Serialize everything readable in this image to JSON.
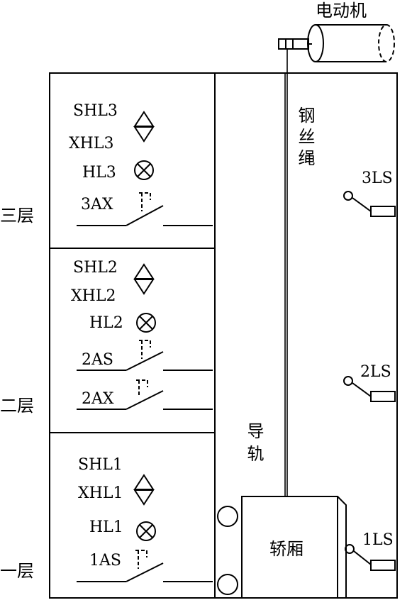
{
  "motor": {
    "label": "电动机"
  },
  "rope": {
    "label": "钢丝绳"
  },
  "rail": {
    "label": "导轨"
  },
  "car": {
    "label": "轿厢"
  },
  "floors": {
    "third": {
      "label": "三层",
      "shl": "SHL3",
      "xhl": "XHL3",
      "hl": "HL3",
      "ax": "3AX"
    },
    "second": {
      "label": "二层",
      "shl": "SHL2",
      "xhl": "XHL2",
      "hl": "HL2",
      "as": "2AS",
      "ax": "2AX"
    },
    "first": {
      "label": "一层",
      "shl": "SHL1",
      "xhl": "XHL1",
      "hl": "HL1",
      "as": "1AS"
    }
  },
  "limit_switches": {
    "ls3": "3LS",
    "ls2": "2LS",
    "ls1": "1LS"
  }
}
